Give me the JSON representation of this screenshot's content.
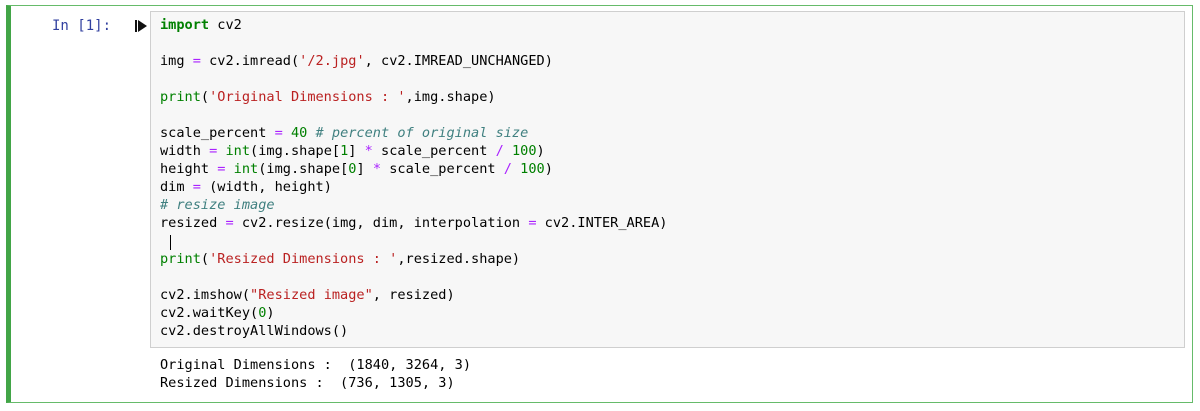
{
  "cell": {
    "prompt": "In [1]:",
    "code_lines": [
      [
        {
          "t": "import",
          "c": "kw"
        },
        {
          "t": " cv2",
          "c": ""
        }
      ],
      [],
      [
        {
          "t": "img ",
          "c": ""
        },
        {
          "t": "=",
          "c": "op"
        },
        {
          "t": " cv2.imread(",
          "c": ""
        },
        {
          "t": "'/2.jpg'",
          "c": "str"
        },
        {
          "t": ", cv2.IMREAD_UNCHANGED)",
          "c": ""
        }
      ],
      [],
      [
        {
          "t": "print",
          "c": "bi"
        },
        {
          "t": "(",
          "c": ""
        },
        {
          "t": "'Original Dimensions : '",
          "c": "str"
        },
        {
          "t": ",img.shape)",
          "c": ""
        }
      ],
      [],
      [
        {
          "t": "scale_percent ",
          "c": ""
        },
        {
          "t": "=",
          "c": "op"
        },
        {
          "t": " ",
          "c": ""
        },
        {
          "t": "40",
          "c": "num"
        },
        {
          "t": " ",
          "c": ""
        },
        {
          "t": "# percent of original size",
          "c": "cm"
        }
      ],
      [
        {
          "t": "width ",
          "c": ""
        },
        {
          "t": "=",
          "c": "op"
        },
        {
          "t": " ",
          "c": ""
        },
        {
          "t": "int",
          "c": "bi"
        },
        {
          "t": "(img.shape[",
          "c": ""
        },
        {
          "t": "1",
          "c": "num"
        },
        {
          "t": "] ",
          "c": ""
        },
        {
          "t": "*",
          "c": "op"
        },
        {
          "t": " scale_percent ",
          "c": ""
        },
        {
          "t": "/",
          "c": "op"
        },
        {
          "t": " ",
          "c": ""
        },
        {
          "t": "100",
          "c": "num"
        },
        {
          "t": ")",
          "c": ""
        }
      ],
      [
        {
          "t": "height ",
          "c": ""
        },
        {
          "t": "=",
          "c": "op"
        },
        {
          "t": " ",
          "c": ""
        },
        {
          "t": "int",
          "c": "bi"
        },
        {
          "t": "(img.shape[",
          "c": ""
        },
        {
          "t": "0",
          "c": "num"
        },
        {
          "t": "] ",
          "c": ""
        },
        {
          "t": "*",
          "c": "op"
        },
        {
          "t": " scale_percent ",
          "c": ""
        },
        {
          "t": "/",
          "c": "op"
        },
        {
          "t": " ",
          "c": ""
        },
        {
          "t": "100",
          "c": "num"
        },
        {
          "t": ")",
          "c": ""
        }
      ],
      [
        {
          "t": "dim ",
          "c": ""
        },
        {
          "t": "=",
          "c": "op"
        },
        {
          "t": " (width, height)",
          "c": ""
        }
      ],
      [
        {
          "t": "# resize image",
          "c": "cm"
        }
      ],
      [
        {
          "t": "resized ",
          "c": ""
        },
        {
          "t": "=",
          "c": "op"
        },
        {
          "t": " cv2.resize(img, dim, interpolation ",
          "c": ""
        },
        {
          "t": "=",
          "c": "op"
        },
        {
          "t": " cv2.INTER_AREA)",
          "c": ""
        }
      ],
      [],
      [
        {
          "t": "print",
          "c": "bi"
        },
        {
          "t": "(",
          "c": ""
        },
        {
          "t": "'Resized Dimensions : '",
          "c": "str"
        },
        {
          "t": ",resized.shape)",
          "c": ""
        }
      ],
      [],
      [
        {
          "t": "cv2.imshow(",
          "c": ""
        },
        {
          "t": "\"Resized image\"",
          "c": "str"
        },
        {
          "t": ", resized)",
          "c": ""
        }
      ],
      [
        {
          "t": "cv2.waitKey(",
          "c": ""
        },
        {
          "t": "0",
          "c": "num"
        },
        {
          "t": ")",
          "c": ""
        }
      ],
      [
        {
          "t": "cv2.destroyAllWindows()",
          "c": ""
        }
      ]
    ],
    "output_lines": [
      "Original Dimensions :  (1840, 3264, 3)",
      "Resized Dimensions :  (736, 1305, 3)"
    ]
  },
  "colors": {
    "cell_border": "#42a547",
    "prompt": "#303f9f",
    "keyword": "#008000",
    "string": "#ba2121",
    "operator": "#aa22ff",
    "comment": "#408080"
  },
  "icons": {
    "run": "run-cell-icon"
  }
}
